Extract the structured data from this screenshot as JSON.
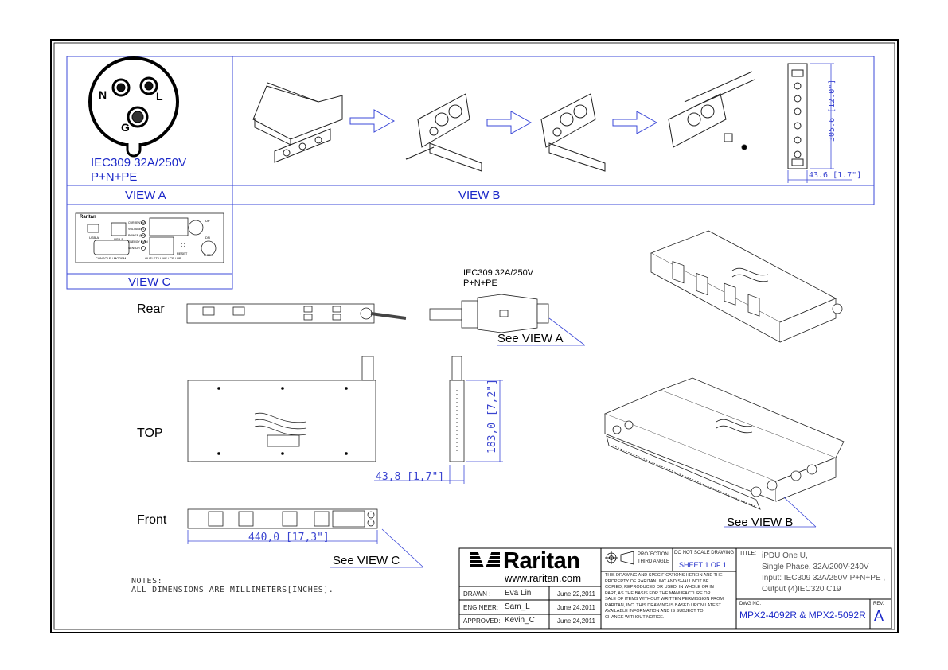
{
  "view_a": {
    "pin_n": "N",
    "pin_l": "L",
    "pin_g": "G",
    "plug_line1": "IEC309 32A/250V",
    "plug_line2": "P+N+PE",
    "label": "VIEW A"
  },
  "view_b": {
    "label": "VIEW B",
    "dim_height": "305.6 [12.0\"]",
    "dim_width": "43.6 [1.7\"]"
  },
  "view_c": {
    "label": "VIEW C",
    "brand": "Raritan",
    "usb_a": "USB-A",
    "usb_b": "USB-B",
    "current": "CURRENT (A)",
    "voltage": "VOLTAGE (V)",
    "power": "POWER (kW)",
    "energy": "ENERGY (kWh)",
    "sensor": "SENSOR",
    "console": "CONSOLE / MODEM",
    "outlet": "OUTLET / LINE / CB / UB",
    "reset": "RESET",
    "up": "UP",
    "dn": "DN",
    "mode": "MODE"
  },
  "plug_side": {
    "line1": "IEC309 32A/250V",
    "line2": "P+N+PE",
    "see": "See VIEW A"
  },
  "labels": {
    "rear": "Rear",
    "top": "TOP",
    "front": "Front",
    "see_view_c": "See VIEW C",
    "see_view_b": "See VIEW B"
  },
  "dims": {
    "side_height": "183,0 [7,2\"]",
    "side_width": "43,8 [1,7\"]",
    "front_width": "440,0 [17,3\"]"
  },
  "notes": {
    "heading": "NOTES:",
    "line1": "ALL DIMENSIONS ARE MILLIMETERS[INCHES]."
  },
  "title_block": {
    "brand": "Raritan",
    "url": "www.raritan.com",
    "drawn_label": "DRAWN :",
    "drawn_name": "Eva Lin",
    "drawn_date": "June 22,2011",
    "engineer_label": "ENGINEER:",
    "engineer_name": "Sam_L",
    "engineer_date": "June 24,2011",
    "approved_label": "APPROVED:",
    "approved_name": "Kevin_C",
    "approved_date": "June 24,2011",
    "projection_line1": "PROJECTION",
    "projection_line2": "THIRD ANGLE",
    "do_not_scale": "DO NOT SCALE DRAWING",
    "sheet": "SHEET 1 OF 1",
    "disclaimer_1": "THIS DRAWING AND SPECIFICATIONS HEREIN ARE THE",
    "disclaimer_2": "PROPERTY OF RARITAN, INC AND SHALL NOT BE",
    "disclaimer_3": "COPIED, REPRODUCED OR USED, IN WHOLE OR IN",
    "disclaimer_4": "PART, AS THE BASIS FOR THE MANUFACTURE OR",
    "disclaimer_5": "SALE OF ITEMS WITHOUT WRITTEN PERMISSION FROM",
    "disclaimer_6": "RARITAN, INC. THIS DRAWING IS BASED UPON LATEST",
    "disclaimer_7": "AVAILABLE INFORMATION AND IS SUBJECT TO",
    "disclaimer_8": "CHANGE WITHOUT NOTICE.",
    "title_label": "TITLE:",
    "title_1": "iPDU One U,",
    "title_2": "Single Phase, 32A/200V-240V",
    "title_3": "Input: IEC309 32A/250V P+N+PE ,",
    "title_4": "Output (4)IEC320 C19",
    "dwg_label": "DWG NO.",
    "dwg_no": "MPX2-4092R & MPX2-5092R",
    "rev_label": "REV.",
    "rev": "A"
  },
  "colors": {
    "accent": "#1b28c8",
    "line": "#000000"
  }
}
